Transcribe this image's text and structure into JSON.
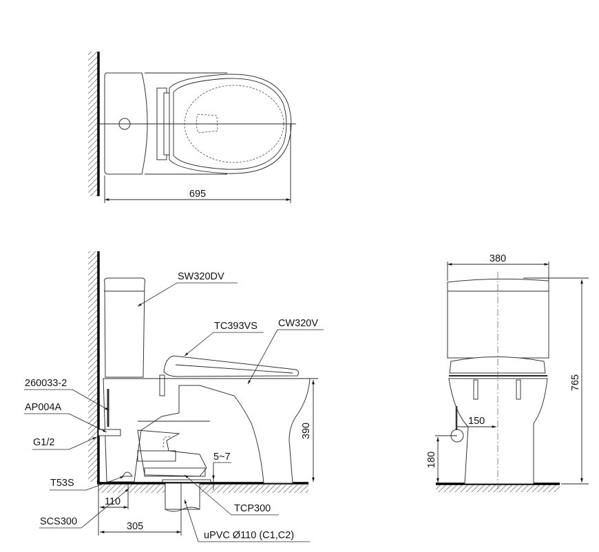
{
  "drawing": {
    "title": "Toilet installation technical drawing",
    "views": [
      "top-view",
      "side-view",
      "front-view"
    ]
  },
  "top_view": {
    "dimensions": {
      "overall_length": "695"
    }
  },
  "side_view": {
    "part_labels": {
      "tank": "SW320DV",
      "seat": "TC393VS",
      "bowl": "CW320V",
      "hose": "260033-2",
      "valve": "AP004A",
      "inlet": "G1/2",
      "floor_bolt": "T53S",
      "bolt_cap": "SCS300",
      "flange": "TCP300",
      "drain_pipe": "uPVC Ø110 (C1,C2)"
    },
    "dimensions": {
      "bowl_height": "390",
      "gap": "5~7",
      "bolt_offset": "110",
      "drain_offset": "305"
    }
  },
  "front_view": {
    "dimensions": {
      "width": "380",
      "height": "765",
      "inlet_offset": "150",
      "inlet_height": "180"
    }
  }
}
